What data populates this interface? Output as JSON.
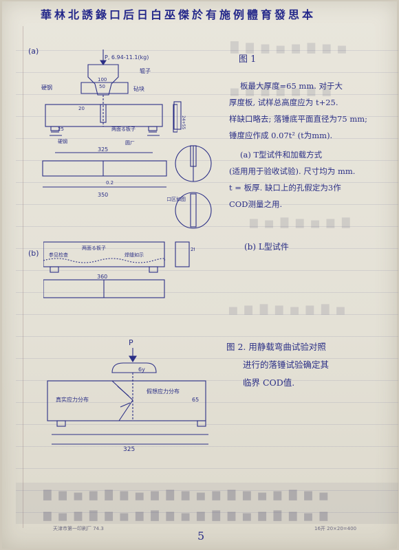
{
  "header": {
    "text": "華林北誘錄口后日白巫傑於有施例體育發思本"
  },
  "labels": {
    "a": "(a)",
    "b": "(b)",
    "fig1": "图 1"
  },
  "fig_a": {
    "load": "P, 6.94-11.1(kg)",
    "roller": "辊子",
    "hard_steel": "硬钢",
    "anvil": "砧块",
    "w100": "100",
    "w50": "50",
    "w20": "20",
    "weld_panel": "两面る板子",
    "support": "圆ㄏ",
    "d25": "25",
    "steel_tag": "硬钢",
    "w325": "325",
    "w350": "350",
    "gap": "0.2",
    "h_right": "24+55",
    "notch": "缺口区如图"
  },
  "fig_b": {
    "weld_panel": "两面る板子",
    "check": "参见检查",
    "seam": "焊缝如示",
    "w360": "360",
    "h": "2t"
  },
  "fig_c": {
    "load": "P",
    "gy": "6y",
    "actual": "真实应力分布",
    "assumed": "假想应力分布",
    "h65": "65",
    "w325": "325"
  },
  "notes": {
    "n1_line1": "板最大厚度=65 mm. 对于大",
    "n1_line2": "厚度板, 试样总高度应为 t+25.",
    "n1_line3": "样缺口略去; 落锤底平面直径为75 mm;",
    "n1_line4": "锤度应作成 0.07t² (t为mm).",
    "n2_line1": "(a) T型试件和加载方式",
    "n2_line2": "(适用用于验收试验). 尺寸均为 mm.",
    "n2_line3": "t = 板厚. 缺口上的孔假定为3作",
    "n2_line4": "COD测量之用.",
    "n3": "(b) L型试件",
    "fig2_line1": "图 2. 用静载弯曲试验对照",
    "fig2_line2": "进行的落锤试验确定其",
    "fig2_line3": "临界 COD值."
  },
  "footer": {
    "left": "天津市第一印刷厂 74.3",
    "right": "16开 20×20=400",
    "page": "5"
  }
}
